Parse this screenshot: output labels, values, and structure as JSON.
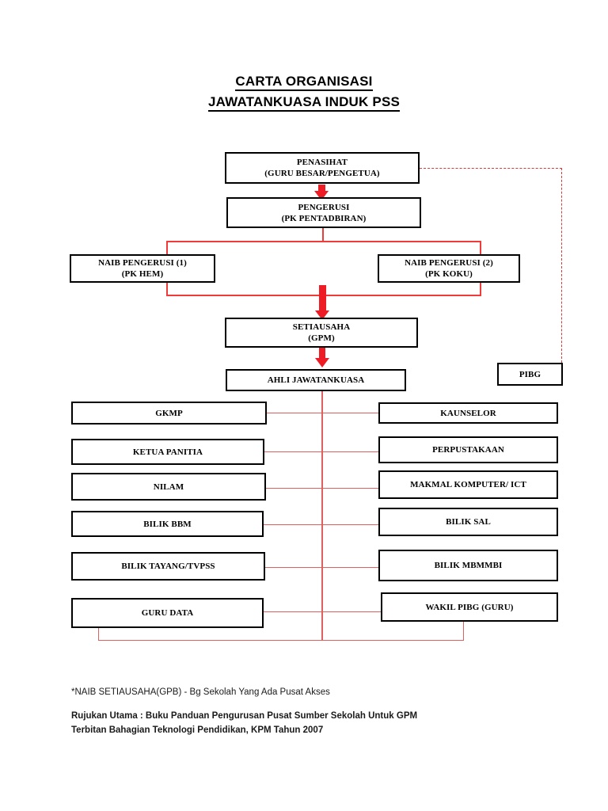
{
  "document": {
    "title_line1": "CARTA ORGANISASI",
    "title_line2": "JAWATANKUASA INDUK PSS"
  },
  "chart_data": {
    "type": "diagram",
    "title": "CARTA ORGANISASI JAWATANKUASA INDUK PSS",
    "hierarchy": {
      "advisor": {
        "role": "PENASIHAT",
        "holder": "(GURU BESAR/PENGETUA)"
      },
      "chairman": {
        "role": "PENGERUSI",
        "holder": "(PK PENTADBIRAN)"
      },
      "vice_chairmen": [
        {
          "role": "NAIB PENGERUSI (1)",
          "holder": "(PK HEM)"
        },
        {
          "role": "NAIB PENGERUSI (2)",
          "holder": "(PK KOKU)"
        }
      ],
      "secretary": {
        "role": "SETIAUSAHA",
        "holder": "(GPM)"
      },
      "members_header": {
        "role": "AHLI JAWATANKUASA"
      },
      "external": {
        "role": "PIBG"
      },
      "members_left": [
        "GKMP",
        "KETUA PANITIA",
        "NILAM",
        "BILIK BBM",
        "BILIK TAYANG/TVPSS",
        "GURU DATA"
      ],
      "members_right": [
        "KAUNSELOR",
        "PERPUSTAKAAN",
        "MAKMAL KOMPUTER/ ICT",
        "BILIK SAL",
        "BILIK MBMMBI",
        "WAKIL PIBG (GURU)"
      ]
    },
    "colors": {
      "connector": "#ee1c25",
      "connector_thin": "#e0605f",
      "box_border": "#000000",
      "background": "#ffffff"
    }
  },
  "notes": {
    "note1": "*NAIB SETIAUSAHA(GPB) - Bg Sekolah Yang Ada Pusat Akses",
    "reference_line1": "Rujukan Utama : Buku Panduan Pengurusan Pusat Sumber Sekolah Untuk GPM",
    "reference_line2": "Terbitan Bahagian Teknologi Pendidikan, KPM Tahun 2007"
  }
}
